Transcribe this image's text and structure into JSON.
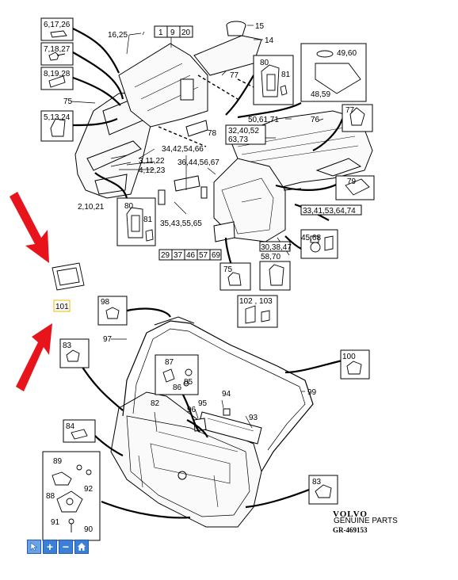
{
  "brand": {
    "name": "VOLVO",
    "subtitle": "GENUINE PARTS",
    "ref": "GR-469153"
  },
  "callouts": {
    "c6": "6,17,26",
    "c7": "7,18,27",
    "c8": "8,19,28",
    "c5": "5,13,24",
    "c16": "16,25",
    "c1": "1",
    "c9": "9",
    "c20": "20",
    "c15": "15",
    "c14": "14",
    "c77": "77",
    "c75a": "75",
    "c80a": "80",
    "c81a": "81",
    "c49": "49,60",
    "c48": "48,59",
    "c77b": "77",
    "c76": "76",
    "c50": "50,61,71",
    "c32": "32,40,52",
    "c63": "63,73",
    "c78": "78",
    "c34": "34,42,54,66",
    "c3": "3,11,22",
    "c4": "4,12,23",
    "c36": "36,44,56,67",
    "c2": "2,10,21",
    "c79": "79",
    "c33": "33,41,53,64,74",
    "c80b": "80",
    "c81b": "81",
    "c35": "35,43,55,65",
    "c45": "45,68",
    "c30": "30,38,47",
    "c58": "58,70",
    "c29": "29",
    "c37": "37",
    "c46": "46",
    "c57": "57",
    "c69": "69",
    "c75b": "75",
    "c102": "102 , 103",
    "c101": "101",
    "c98": "98",
    "c97": "97",
    "c83a": "83",
    "c87": "87",
    "c85": "85",
    "c86": "86",
    "c82": "82",
    "c94": "94",
    "c95": "95",
    "c96": "96",
    "c93": "93",
    "c100": "100",
    "c99": "99",
    "c84": "84",
    "c89": "89",
    "c92": "92",
    "c88": "88",
    "c91": "91",
    "c90": "90",
    "c83b": "83"
  },
  "colors": {
    "arrow": "#e8141c",
    "toolbar": "#3b7fd6",
    "highlight": "#f0b400"
  },
  "toolbar": [
    {
      "icon": "pointer-icon"
    },
    {
      "icon": "zoom-in-icon",
      "glyph": "+"
    },
    {
      "icon": "zoom-out-icon",
      "glyph": "−"
    },
    {
      "icon": "home-icon"
    }
  ]
}
